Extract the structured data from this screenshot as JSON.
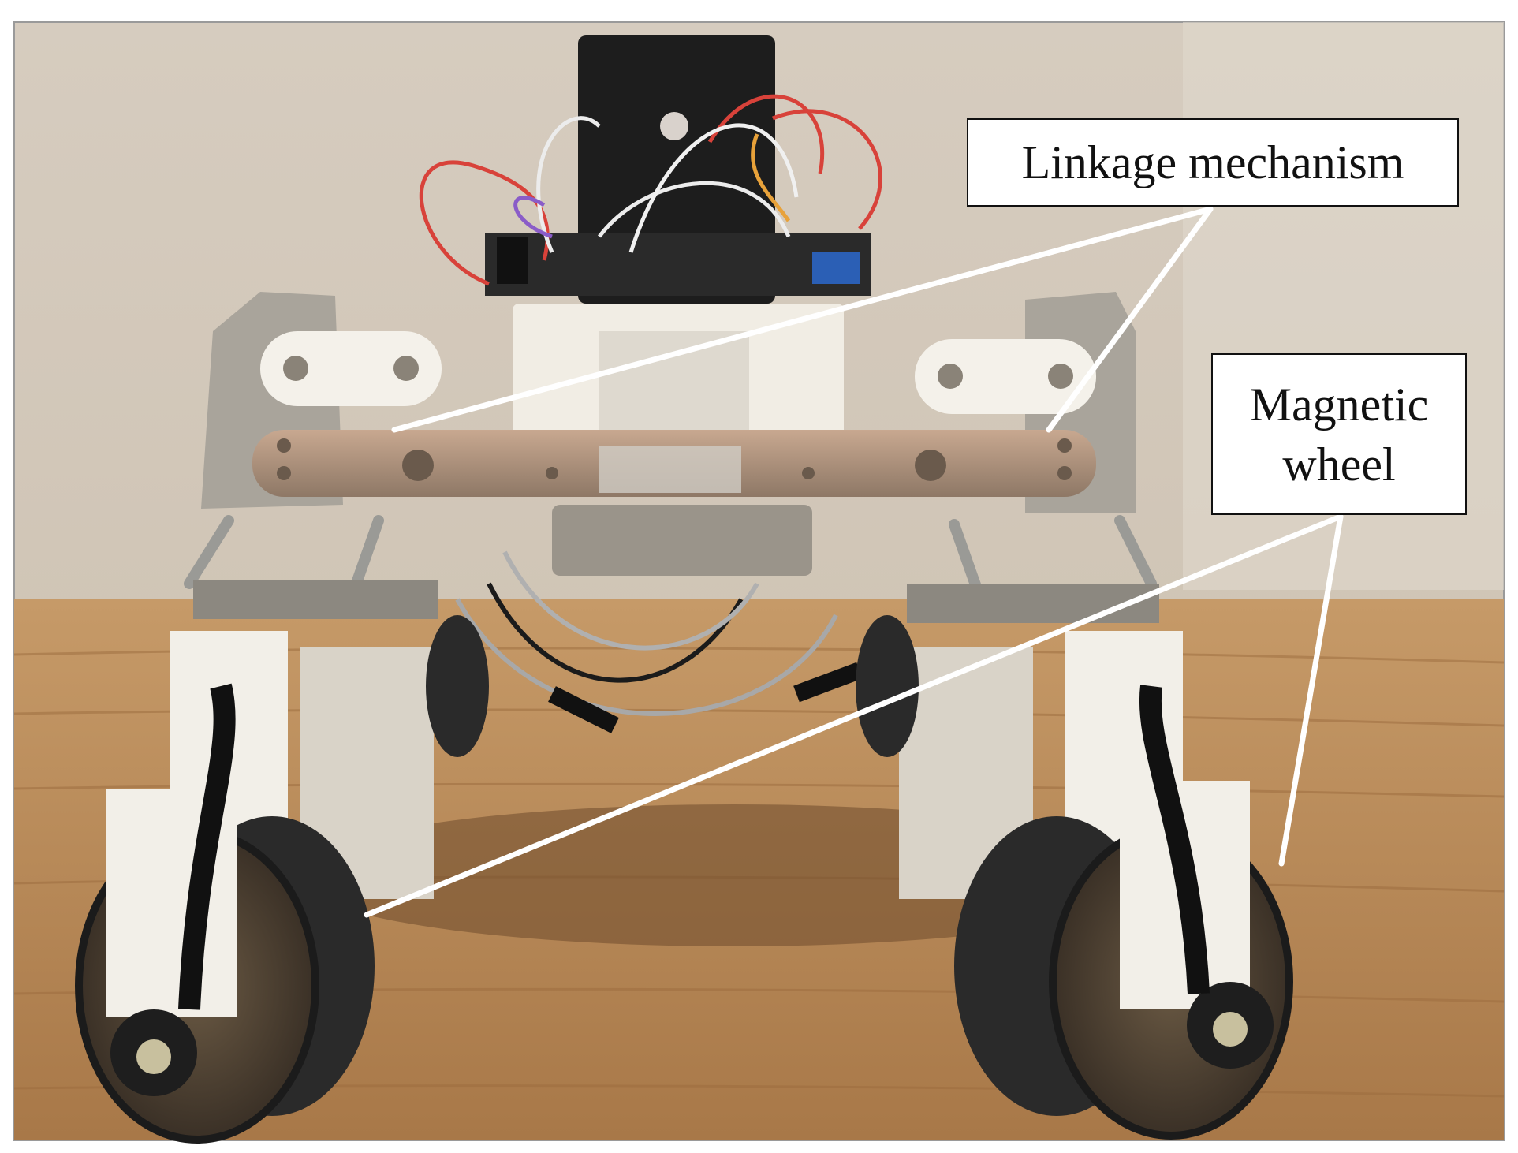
{
  "figure": {
    "description_colors": {
      "wall": "#d9cfc2",
      "table_wood": "#b98a58",
      "white_plastic": "#f2efe8",
      "metal_bracket": "#a9a49b",
      "wheel_tire": "#2a2a2a",
      "controller_black": "#1d1d1d",
      "wire_red": "#d8423a",
      "leader_line": "#ffffff"
    },
    "callouts": [
      {
        "label": "Linkage mechanism"
      },
      {
        "label_line1": "Magnetic",
        "label_line2": "wheel"
      }
    ]
  }
}
